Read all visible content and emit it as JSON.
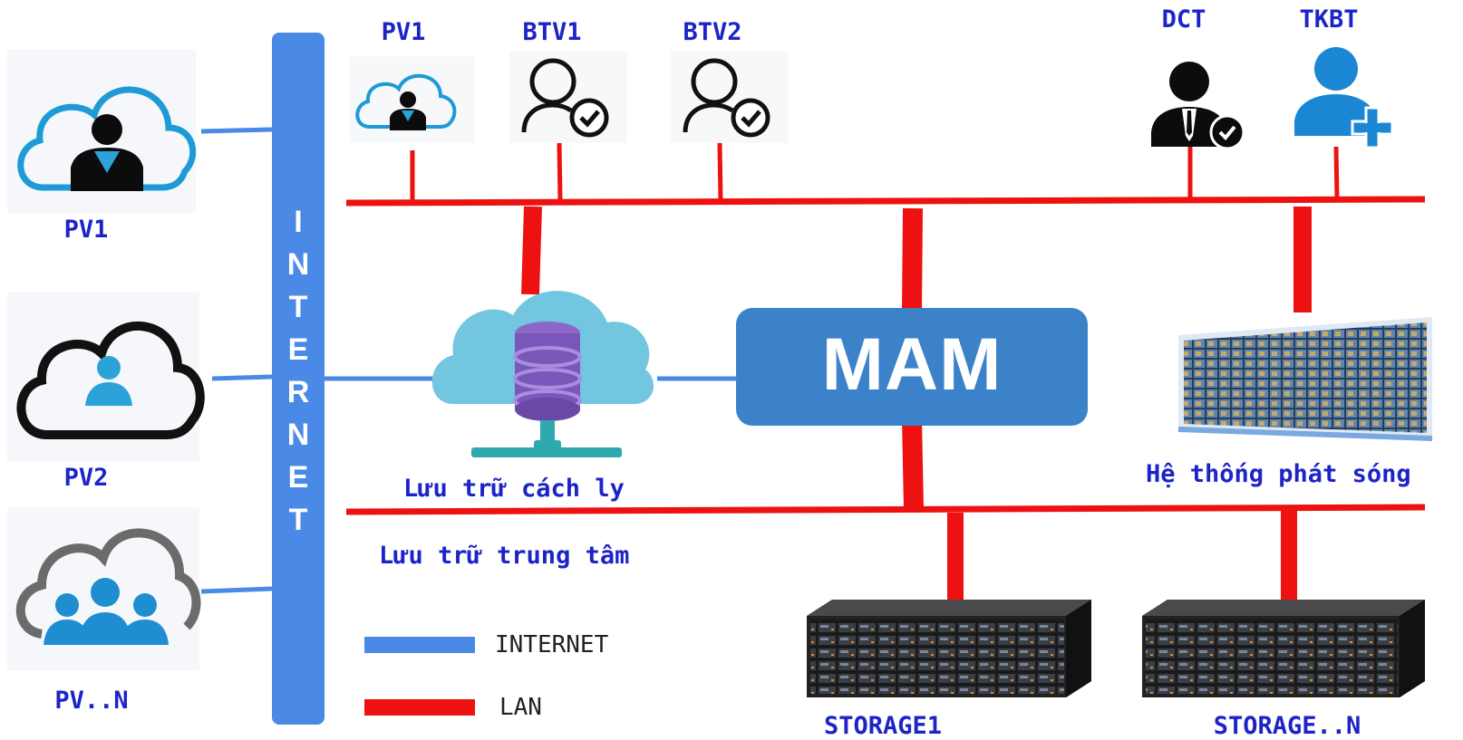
{
  "colors": {
    "internet_line": "#4a8ae6",
    "lan_line": "#ee1111",
    "mam_box": "#3b82c9",
    "label_text": "#1c24c8"
  },
  "internet_bar": {
    "letters": [
      "I",
      "N",
      "T",
      "E",
      "R",
      "N",
      "E",
      "T"
    ]
  },
  "remote_users": [
    {
      "label": "PV1",
      "icon": "cloud-user-icon"
    },
    {
      "label": "PV2",
      "icon": "cloud-user-outline-icon"
    },
    {
      "label": "PV..N",
      "icon": "cloud-group-icon"
    }
  ],
  "top_users": [
    {
      "label": "PV1",
      "icon": "cloud-user-icon"
    },
    {
      "label": "BTV1",
      "icon": "user-check-icon"
    },
    {
      "label": "BTV2",
      "icon": "user-check-icon"
    },
    {
      "label": "DCT",
      "icon": "manager-check-icon"
    },
    {
      "label": "TKBT",
      "icon": "user-add-icon"
    }
  ],
  "nodes": {
    "isolated_storage": {
      "label": "Lưu trữ cách ly",
      "icon": "cloud-database-icon"
    },
    "mam": {
      "label": "MAM"
    },
    "broadcast": {
      "label": "Hệ thống phát sóng",
      "icon": "video-wall-icon"
    },
    "central_storage": {
      "label": "Lưu trữ trung tâm"
    },
    "storages": [
      {
        "label": "STORAGE1",
        "icon": "server-rack-icon"
      },
      {
        "label": "STORAGE..N",
        "icon": "server-rack-icon"
      }
    ]
  },
  "legend": [
    {
      "label": "INTERNET",
      "color": "#4a8ae6"
    },
    {
      "label": "LAN",
      "color": "#ee1111"
    }
  ]
}
